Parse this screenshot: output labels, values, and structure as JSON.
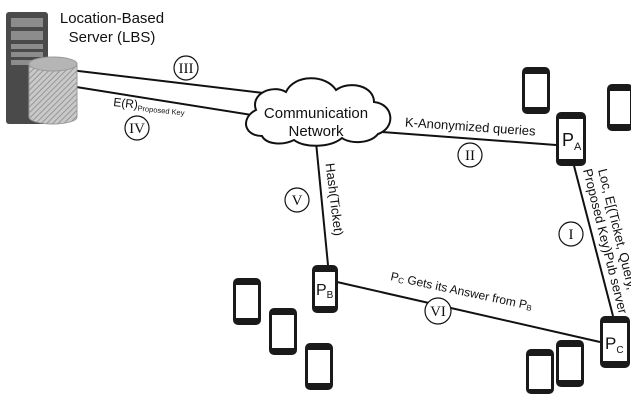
{
  "nodes": {
    "server_line1": "Location-Based",
    "server_line2": "Server (LBS)",
    "network_line1": "Communication",
    "network_line2": "Network",
    "pa_main": "P",
    "pa_sub": "A",
    "pb_main": "P",
    "pb_sub": "B",
    "pc_main": "P",
    "pc_sub": "C"
  },
  "links": {
    "e_r_main": "E(R)",
    "e_r_sub": "Proposed Key",
    "k_anonymized": "K-Anonymized queries",
    "hash_ticket": "Hash(Ticket)",
    "loc_line1": "Loc, E[(Ticket, Query,",
    "loc_line2": "Proposed Key)Pub server",
    "pc_answer_p1": "P",
    "pc_answer_s1": "C",
    "pc_answer_mid": " Gets its Answer from P",
    "pc_answer_s2": "B"
  },
  "steps": {
    "i": "I",
    "ii": "II",
    "iii": "III",
    "iv": "IV",
    "v": "V",
    "vi": "VI"
  }
}
